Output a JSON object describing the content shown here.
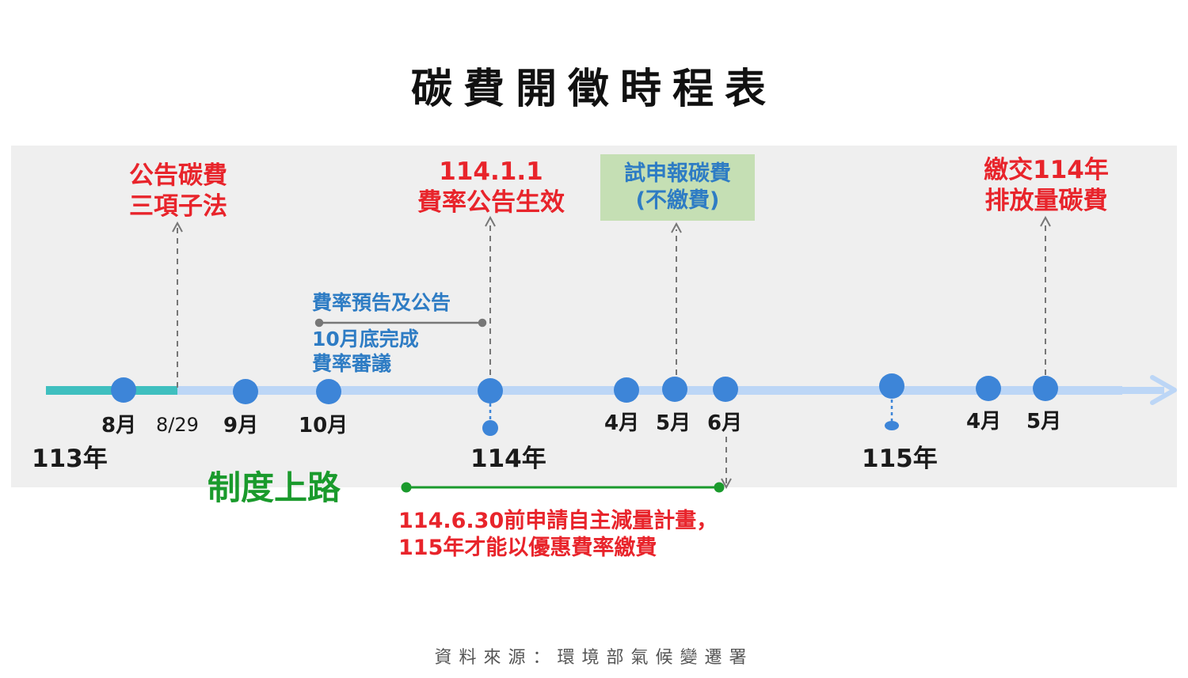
{
  "title": "碳費開徵時程表",
  "events": {
    "announce_laws": [
      "公告碳費",
      "三項子法"
    ],
    "effective": [
      "114.1.1",
      "費率公告生效"
    ],
    "pilot_report": [
      "試申報碳費",
      "(不繳費)"
    ],
    "pay": [
      "繳交114年",
      "排放量碳費"
    ],
    "rate_notice": "費率預告及公告",
    "rate_review": [
      "10月底完成",
      "費率審議"
    ],
    "launch": "制度上路",
    "self_reduction": [
      "114.6.30前申請自主減量計畫，",
      "115年才能以優惠費率繳費"
    ]
  },
  "months": {
    "aug": "8月",
    "aug29": "8/29",
    "sep": "9月",
    "oct": "10月",
    "apr114": "4月",
    "may114": "5月",
    "jun114": "6月",
    "apr115": "4月",
    "may115": "5月"
  },
  "years": {
    "y113": "113年",
    "y114": "114年",
    "y115": "115年"
  },
  "source": "資料來源：環境部氣候變遷署",
  "colors": {
    "red": "#e8242b",
    "blue": "#2e7cc4",
    "green": "#1a9a2c",
    "dot": "#3d85d8",
    "axis": "#bcd6f6",
    "teal": "#3fbfbf",
    "box": "#c5dfb4",
    "panel": "#efefef",
    "gray": "#777777"
  }
}
